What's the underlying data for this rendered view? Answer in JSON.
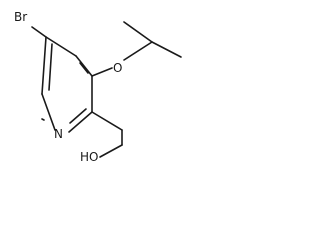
{
  "molecule": {
    "atom_labels": {
      "bromine": "Br",
      "ring_nitrogen": "N",
      "ether_oxygen": "O",
      "hydroxyl": "HO"
    }
  },
  "colors": {
    "bond": "#1a1a1a",
    "background": "#ffffff"
  }
}
